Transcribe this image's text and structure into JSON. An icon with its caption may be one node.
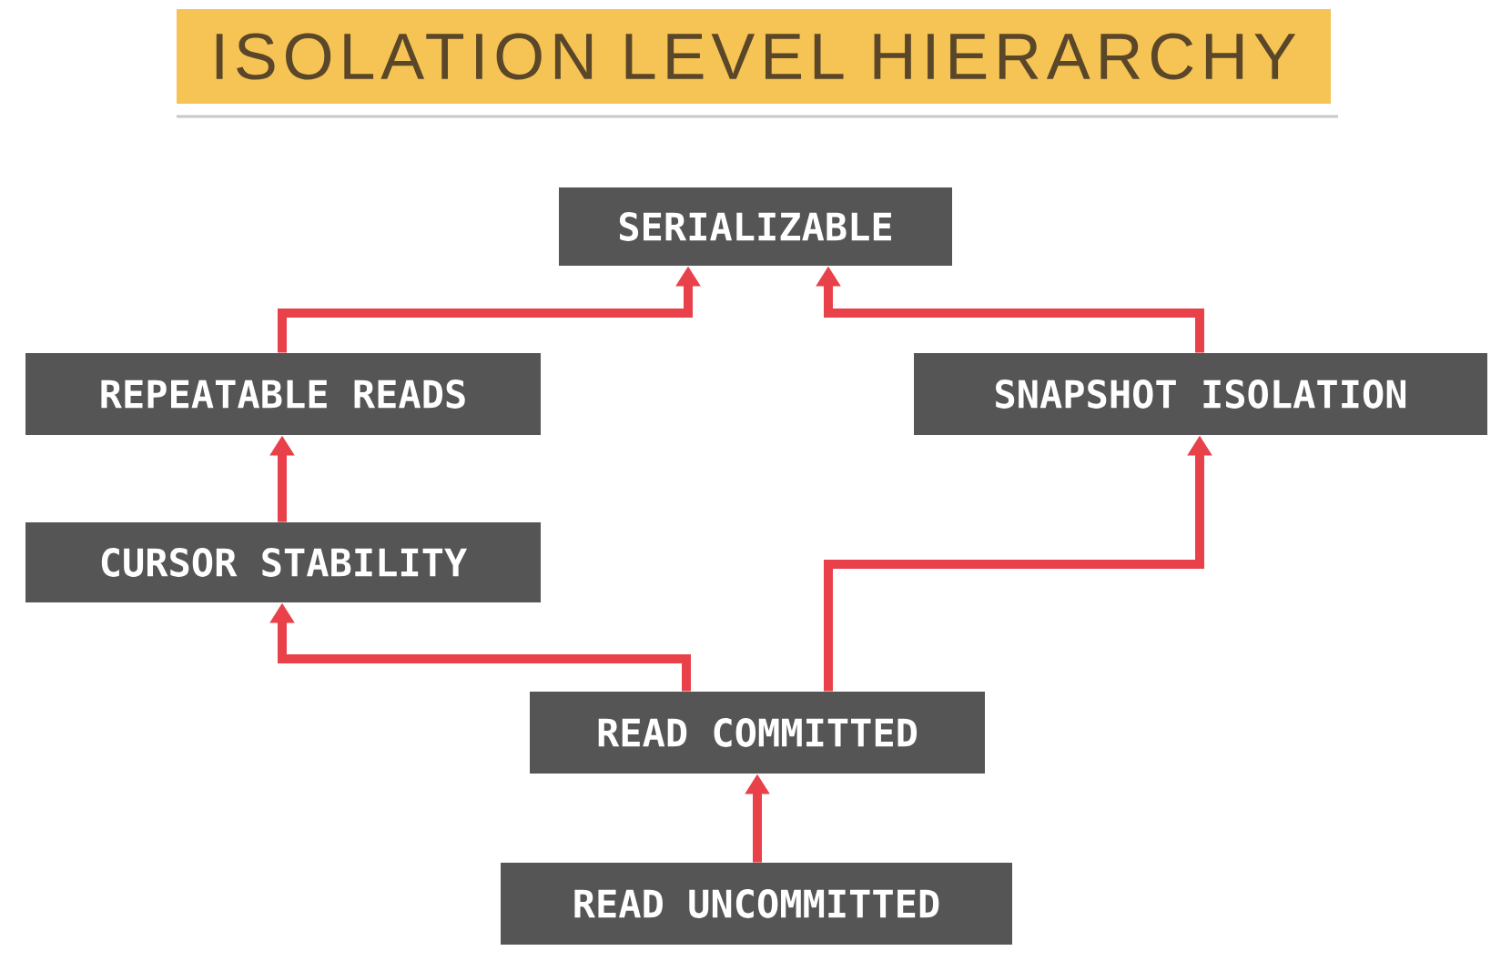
{
  "diagram": {
    "title": "ISOLATION LEVEL HIERARCHY",
    "nodes": [
      {
        "text": [
          "SERIALIZABLE"
        ]
      },
      {
        "text": [
          "REPEATABLE READS"
        ]
      },
      {
        "text": [
          "SNAPSHOT ISOLATION"
        ]
      },
      {
        "text": [
          "CURSOR STABILITY"
        ]
      },
      {
        "text": [
          "READ COMMITTED"
        ]
      },
      {
        "text": [
          "READ UNCOMMITTED"
        ]
      }
    ],
    "edges": [
      {
        "from": 1,
        "to": 0,
        "arrow": "to"
      },
      {
        "from": 2,
        "to": 0,
        "arrow": "to"
      },
      {
        "from": 3,
        "to": 1,
        "arrow": "to"
      },
      {
        "from": 4,
        "to": 3,
        "arrow": "to"
      },
      {
        "from": 4,
        "to": 2,
        "arrow": "to"
      },
      {
        "from": 5,
        "to": 4,
        "arrow": "to"
      }
    ]
  }
}
